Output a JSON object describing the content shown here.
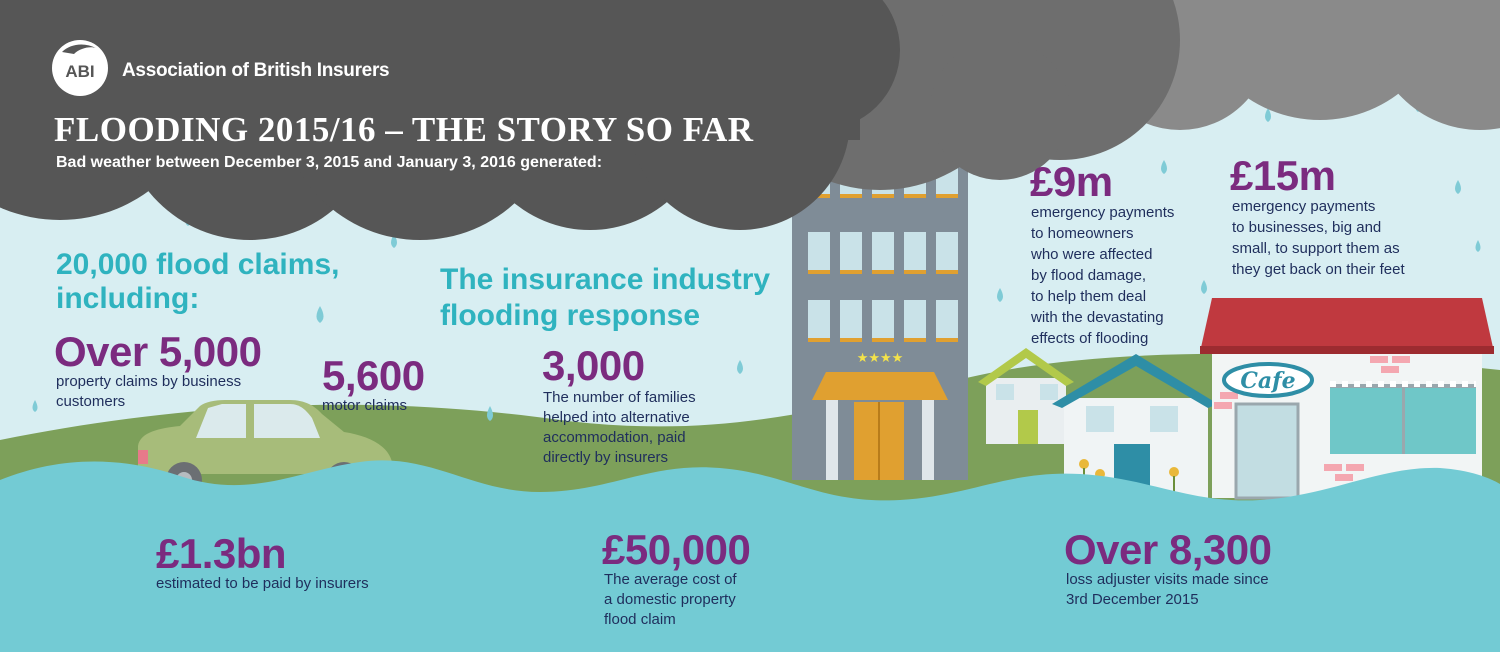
{
  "header": {
    "logo_text": "ABI",
    "org_name": "Association of British Insurers",
    "title": "FLOODING 2015/16 – THE STORY SO FAR",
    "subtitle": "Bad weather between December 3, 2015 and January 3, 2016 generated:"
  },
  "claims": {
    "heading_line1": "20,000 flood claims,",
    "heading_line2": "including:",
    "property": {
      "value": "Over 5,000",
      "desc_line1": "property claims by business",
      "desc_line2": "customers"
    },
    "motor": {
      "value": "5,600",
      "desc": "motor claims"
    }
  },
  "industry": {
    "heading_line1": "The insurance industry",
    "heading_line2": "flooding response",
    "families": {
      "value": "3,000",
      "desc_lines": [
        "The number of families",
        "helped into alternative",
        "accommodation, paid",
        "directly by insurers"
      ]
    }
  },
  "homeowners": {
    "value": "£9m",
    "desc_lines": [
      "emergency payments",
      "to homeowners",
      "who were affected",
      "by flood damage,",
      "to help them deal",
      "with the devastating",
      "effects of flooding"
    ]
  },
  "businesses": {
    "value": "£15m",
    "desc_lines": [
      "emergency payments",
      "to businesses, big and",
      "small, to support them as",
      "they get back on their feet"
    ]
  },
  "paid": {
    "value": "£1.3bn",
    "desc": "estimated to be paid by insurers"
  },
  "avg_cost": {
    "value": "£50,000",
    "desc_lines": [
      "The average cost of",
      "a domestic property",
      "flood claim"
    ]
  },
  "visits": {
    "value": "Over 8,300",
    "desc_lines": [
      "loss adjuster visits made since",
      "3rd December 2015"
    ]
  },
  "hotel_stars": "★★★★",
  "cafe_sign": "Cafe",
  "colors": {
    "teal": "#2fb3bf",
    "purple": "#7b2b7f",
    "navy": "#1f2e5c",
    "water": "#73cbd4",
    "cloud_dark": "#565656",
    "cloud_light": "#8a8a8a",
    "grass": "#7da05a"
  }
}
